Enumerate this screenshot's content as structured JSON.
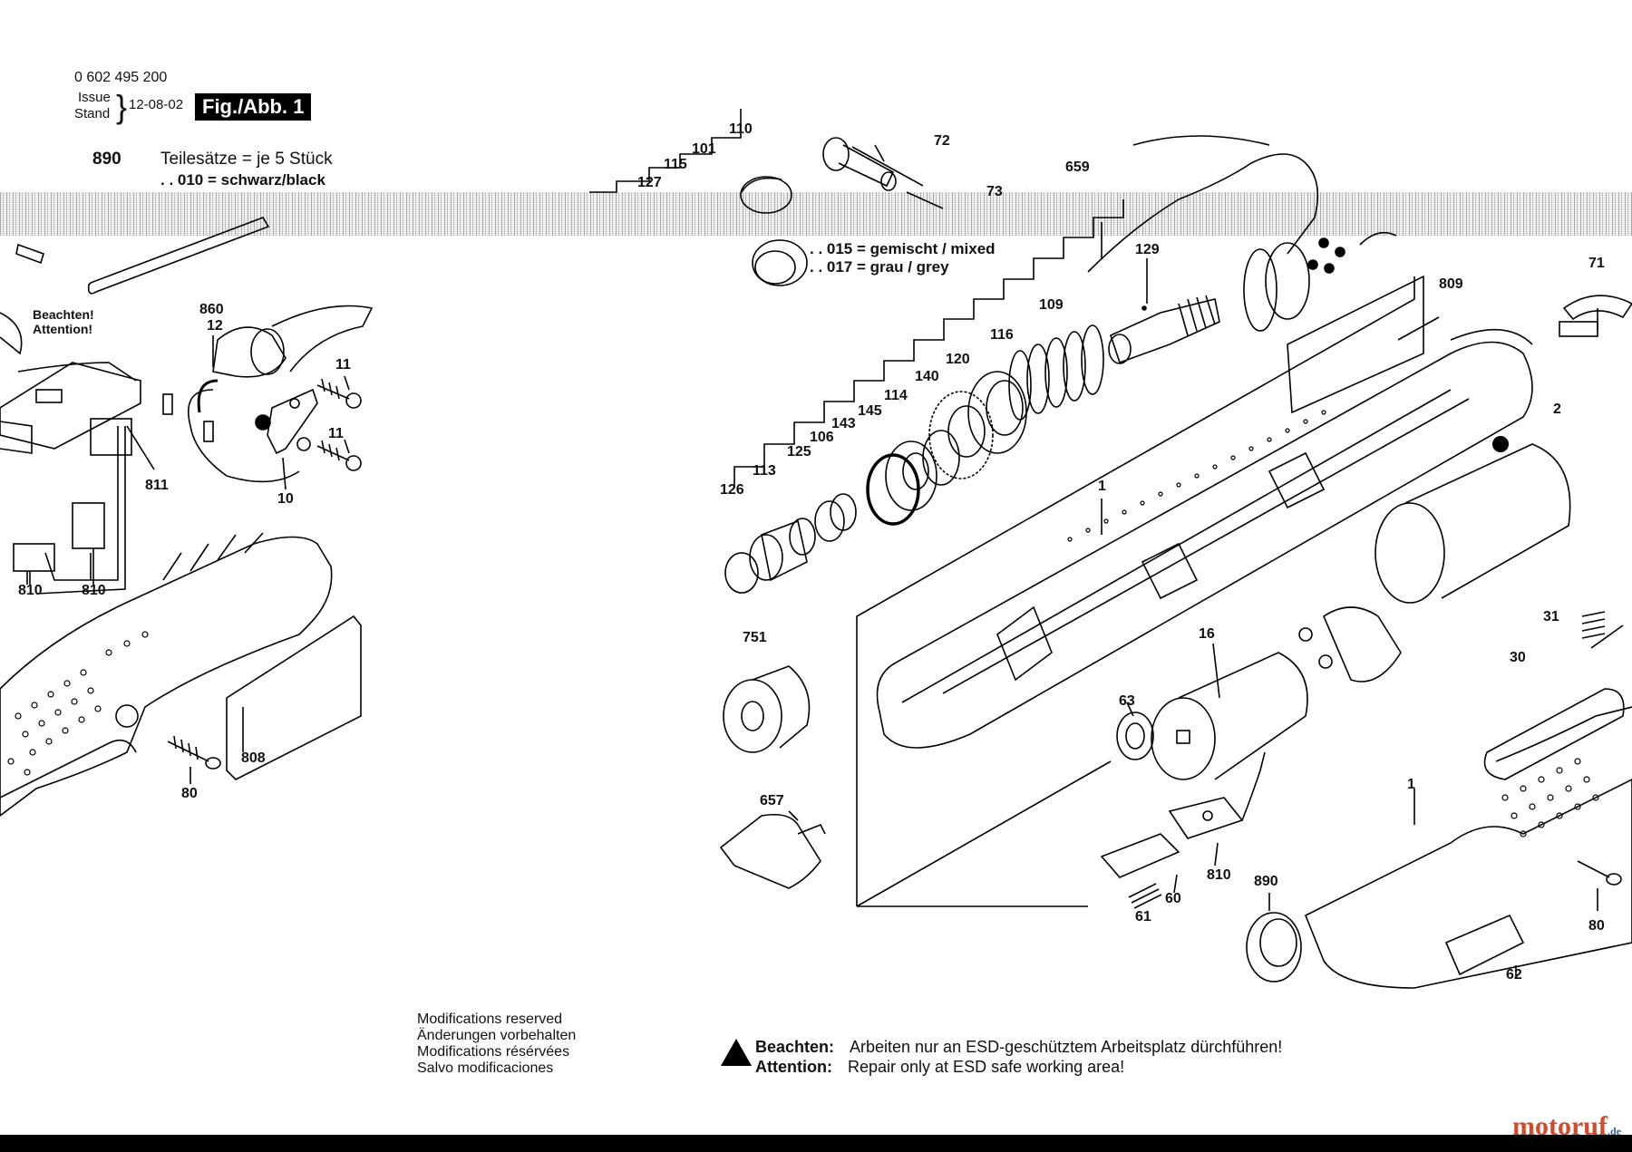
{
  "header": {
    "doc_number": "0 602 495 200",
    "issue_label": "Issue",
    "stand_label": "Stand",
    "date": "12-08-02",
    "figure_label": "Fig./Abb. 1"
  },
  "parts_note": {
    "code": "890",
    "title": "Teilesätze = je 5 Stück",
    "variants": [
      ". . 010 = schwarz/black",
      ". . 015 = gemischt / mixed",
      ". . 017 = grau / grey"
    ]
  },
  "callout_left": {
    "line1": "Beachten!",
    "line2": "Attention!"
  },
  "part_labels": [
    "890",
    "860",
    "12",
    "11",
    "11",
    "10",
    "811",
    "810",
    "810",
    "808",
    "80",
    "110",
    "101",
    "115",
    "127",
    "72",
    "73",
    "659",
    "129",
    "809",
    "71",
    "2",
    "109",
    "116",
    "120",
    "140",
    "114",
    "145",
    "143",
    "106",
    "125",
    "113",
    "126",
    "1",
    "751",
    "16",
    "63",
    "657",
    "810",
    "60",
    "61",
    "890",
    "62",
    "1",
    "31",
    "30",
    "80"
  ],
  "footer": {
    "modifications": [
      "Modifications reserved",
      "Änderungen vorbehalten",
      "Modifications résérvées",
      "Salvo modificaciones"
    ],
    "warnings": [
      {
        "label": "Beachten:",
        "text": "Arbeiten nur an ESD-geschütztem Arbeitsplatz dürchführen!"
      },
      {
        "label": "Attention:",
        "text": "Repair only at ESD safe working area!"
      }
    ]
  },
  "brand": {
    "name_a": "motoruf",
    "name_b": ".de"
  }
}
